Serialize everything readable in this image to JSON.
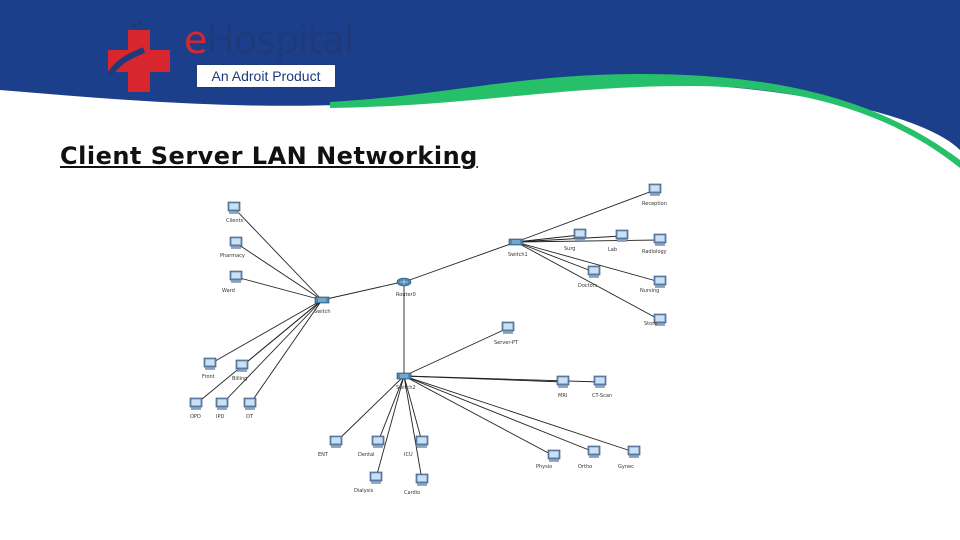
{
  "brand": {
    "name_prefix": "e",
    "name_rest": "Hospital",
    "tagline": "An Adroit Product"
  },
  "slide": {
    "title": "Client Server LAN Networking"
  },
  "diagram": {
    "devices": {
      "switch_left": "Switch",
      "switch_top": "Switch1",
      "router": "Router0",
      "switch_bottom": "Switch2",
      "server": "Server-PT",
      "pc_l1": "Clients",
      "pc_l2": "Pharmacy",
      "pc_l3": "Ward",
      "pc_l4": "Front",
      "pc_l5": "Billing",
      "pc_l6": "OPD",
      "pc_l7": "IPD",
      "pc_l8": "OT",
      "pc_t1": "Reception",
      "pc_t2": "Surg",
      "pc_t3": "Lab",
      "pc_t4": "Radiology",
      "pc_t5": "Doctors",
      "pc_t6": "Nursing",
      "pc_t7": "Store",
      "pc_m1": "MRI",
      "pc_m2": "CT-Scan",
      "pc_b1": "ENT",
      "pc_b2": "Dental",
      "pc_b3": "ICU",
      "pc_b4": "Dialysis",
      "pc_b5": "Cardio",
      "pc_b6": "Physio",
      "pc_b7": "Ortho",
      "pc_b8": "Gynec"
    }
  }
}
